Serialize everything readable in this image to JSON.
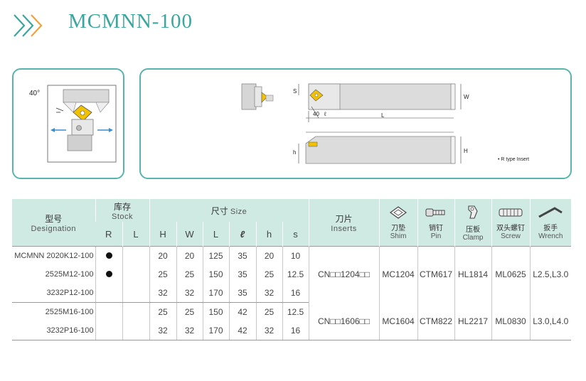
{
  "title": "MCMNN-100",
  "left_diagram": {
    "angle_label": "40°"
  },
  "right_diagram": {
    "labels": {
      "S": "S",
      "W": "W",
      "L": "L",
      "forty": "40",
      "ell": "ℓ",
      "h": "h",
      "H": "H"
    },
    "note": "• R type Insert"
  },
  "table": {
    "header": {
      "designation_cn": "型号",
      "designation_en": "Designation",
      "stock_cn": "库存",
      "stock_en": "Stock",
      "stock_r": "R",
      "stock_l": "L",
      "size_cn": "尺寸",
      "size_en": "Size",
      "size_cols": [
        "H",
        "W",
        "L",
        "ℓ",
        "h",
        "s"
      ],
      "inserts_cn": "刀片",
      "inserts_en": "Inserts",
      "shim_cn": "刀垫",
      "shim_en": "Shim",
      "pin_cn": "销钉",
      "pin_en": "Pin",
      "clamp_cn": "压板",
      "clamp_en": "Clamp",
      "screw_cn": "双头螺钉",
      "screw_en": "Screw",
      "wrench_cn": "扳手",
      "wrench_en": "Wrench"
    },
    "groups": [
      {
        "insert": "CN□□1204□□",
        "shim": "MC1204",
        "pin": "CTM617",
        "clamp": "HL1814",
        "screw": "ML0625",
        "wrench": "L2.5,L3.0",
        "rows": [
          {
            "designation": "MCMNN 2020K12-100",
            "r": true,
            "l": false,
            "H": "20",
            "W": "20",
            "L": "125",
            "ell": "35",
            "h": "20",
            "s": "10"
          },
          {
            "designation": "2525M12-100",
            "r": true,
            "l": false,
            "H": "25",
            "W": "25",
            "L": "150",
            "ell": "35",
            "h": "25",
            "s": "12.5"
          },
          {
            "designation": "3232P12-100",
            "r": false,
            "l": false,
            "H": "32",
            "W": "32",
            "L": "170",
            "ell": "35",
            "h": "32",
            "s": "16"
          }
        ]
      },
      {
        "insert": "CN□□1606□□",
        "shim": "MC1604",
        "pin": "CTM822",
        "clamp": "HL2217",
        "screw": "ML0830",
        "wrench": "L3.0,L4.0",
        "rows": [
          {
            "designation": "2525M16-100",
            "r": false,
            "l": false,
            "H": "25",
            "W": "25",
            "L": "150",
            "ell": "42",
            "h": "25",
            "s": "12.5"
          },
          {
            "designation": "3232P16-100",
            "r": false,
            "l": false,
            "H": "32",
            "W": "32",
            "L": "170",
            "ell": "42",
            "h": "32",
            "s": "16"
          }
        ]
      }
    ]
  },
  "colors": {
    "accent": "#3aa79e",
    "header_bg": "#cfe9e3",
    "chevron_teal": "#3aa79e",
    "chevron_orange": "#f0a23c",
    "insert_yellow": "#f2c200"
  }
}
